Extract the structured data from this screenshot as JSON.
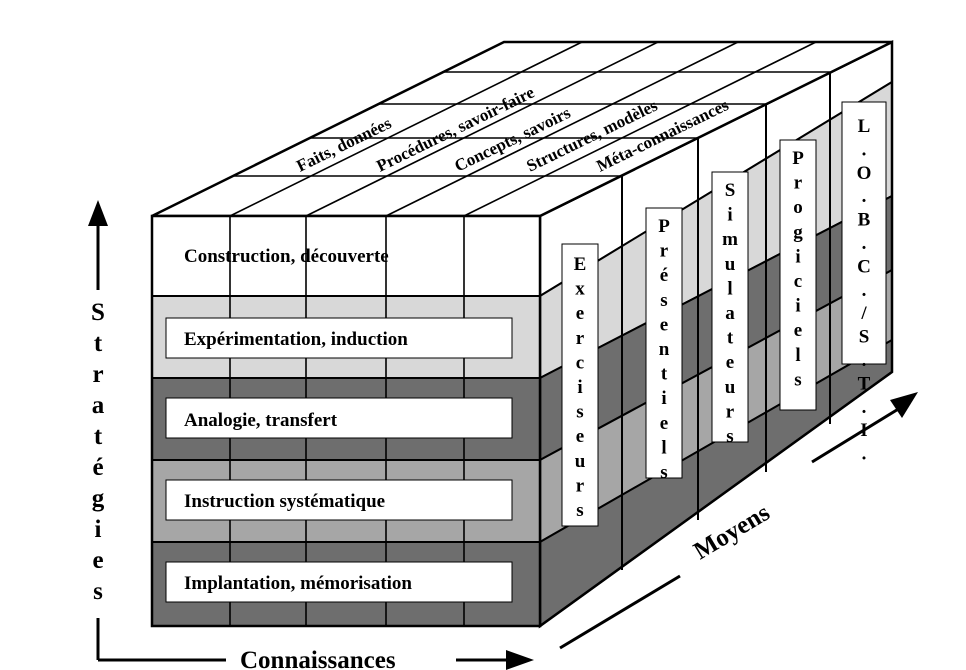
{
  "front_rows": [
    {
      "label": "Construction, découverte"
    },
    {
      "label": "Expérimentation, induction"
    },
    {
      "label": "Analogie, transfert"
    },
    {
      "label": "Instruction systématique"
    },
    {
      "label": "Implantation, mémorisation"
    }
  ],
  "top_labels": [
    "Faits, données",
    "Procédures, savoir-faire",
    "Concepts, savoirs",
    "Structures, modèles",
    "Méta-connaissances"
  ],
  "side_labels": [
    "Exerciseurs",
    "Présentiels",
    "Simulateurs",
    "Progiciels",
    "L.O.B.C./S.T.I."
  ],
  "axes": {
    "vertical": "Stratégies",
    "horizontal": "Connaissances",
    "depth": "Moyens"
  },
  "colors": {
    "white": "#ffffff",
    "light_gray": "#d8d8d8",
    "mid_gray": "#a6a6a6",
    "dark_gray": "#6e6e6e",
    "outline": "#000000"
  }
}
